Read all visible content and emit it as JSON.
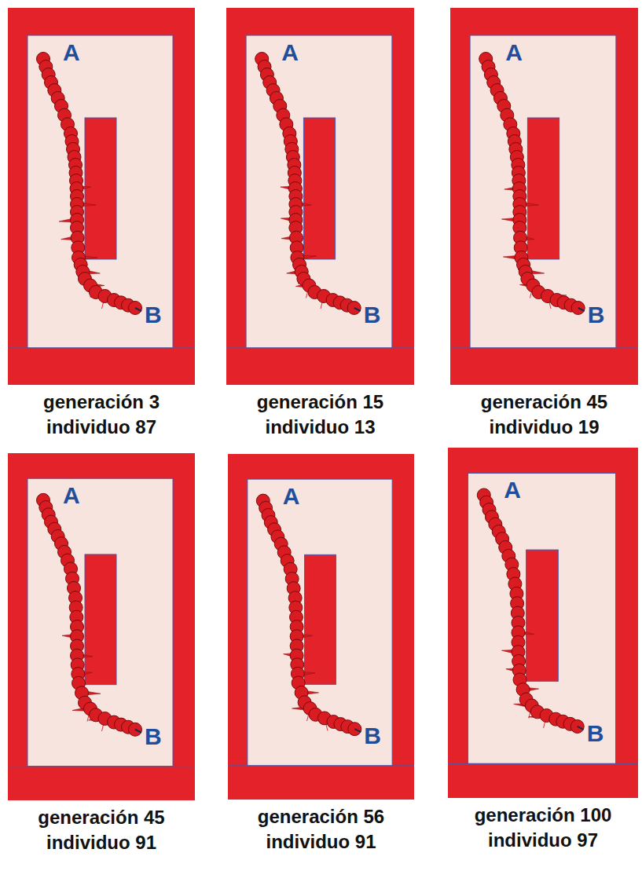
{
  "diagram": {
    "labels": [
      "A",
      "B",
      "generación 3",
      "individuo 87",
      "A",
      "B",
      "generación 15",
      "individuo 13",
      "A",
      "B",
      "generación 45",
      "individuo 19",
      "A",
      "B",
      "generación 45",
      "individuo 91",
      "A",
      "B",
      "generación 56",
      "individuo 91",
      "A",
      "B",
      "generación 100",
      "individuo 97"
    ]
  }
}
